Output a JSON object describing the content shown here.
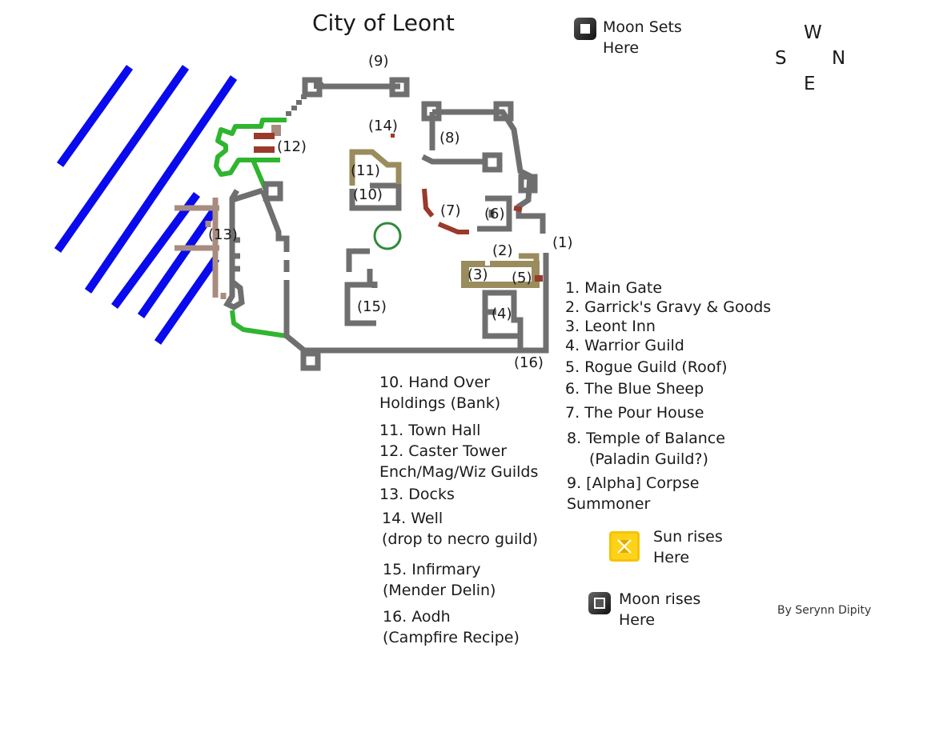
{
  "title": "City of Leont",
  "credit": "By Serynn Dipity",
  "compass": {
    "west": "W",
    "south": "S",
    "north": "N",
    "east": "E"
  },
  "icons": {
    "moon_sets": {
      "icon": "moon-icon",
      "line1": "Moon Sets",
      "line2": "Here"
    },
    "sun_rises": {
      "icon": "sun-icon",
      "color": "#f5c400",
      "line1": "Sun rises",
      "line2": "Here"
    },
    "moon_rises": {
      "icon": "moon-icon",
      "line1": "Moon rises",
      "line2": "Here"
    }
  },
  "map_labels": {
    "l1": "(1)",
    "l2": "(2)",
    "l3": "(3)",
    "l4": "(4)",
    "l5": "(5)",
    "l6": "(6)",
    "l7": "(7)",
    "l8": "(8)",
    "l9": "(9)",
    "l10": "(10)",
    "l11": "(11)",
    "l12": "(12)",
    "l13": "(13)",
    "l14": "(14)",
    "l15": "(15)",
    "l16": "(16)"
  },
  "legend": {
    "i1": "1. Main Gate",
    "i2": "2. Garrick's Gravy & Goods",
    "i3": "3. Leont Inn",
    "i4": "4. Warrior Guild",
    "i5": "5. Rogue Guild (Roof)",
    "i6": "6. The Blue Sheep",
    "i7": "7. The Pour House",
    "i8a": "8. Temple of Balance",
    "i8b": "(Paladin Guild?)",
    "i9a": "9. [Alpha] Corpse",
    "i9b": "Summoner",
    "i10a": "10. Hand Over",
    "i10b": "Holdings (Bank)",
    "i11": "11. Town Hall",
    "i12a": "12. Caster Tower",
    "i12b": "Ench/Mag/Wiz Guilds",
    "i13": "13. Docks",
    "i14a": "14. Well",
    "i14b": "(drop to necro guild)",
    "i15a": "15. Infirmary",
    "i15b": "(Mender Delin)",
    "i16a": "16. Aodh",
    "i16b": "(Campfire Recipe)"
  },
  "colors": {
    "wall": "#6f6f6f",
    "water": "#0a0aee",
    "green_path": "#2fb52f",
    "inn": "#9a8c5c",
    "red_building": "#9a3a2a",
    "docks": "#a88c80",
    "well_ring": "#2f8a3a"
  }
}
